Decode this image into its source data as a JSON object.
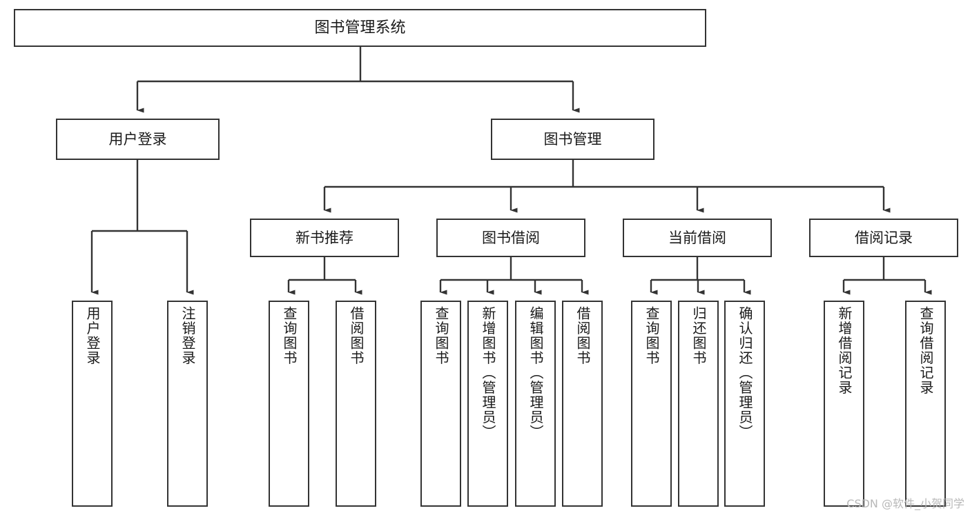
{
  "diagram": {
    "title": "图书管理系统",
    "type": "tree-hierarchy",
    "colors": {
      "box_border": "#333333",
      "box_fill": "#ffffff",
      "edge": "#333333",
      "text": "#1a1a1a",
      "watermark": "#b8b8b8",
      "background": "#ffffff"
    },
    "nodes": {
      "root": {
        "label": "图书管理系统"
      },
      "level2": [
        {
          "id": "user-login",
          "label": "用户登录"
        },
        {
          "id": "book-manage",
          "label": "图书管理"
        }
      ],
      "level3": [
        {
          "id": "new-book-recommend",
          "label": "新书推荐"
        },
        {
          "id": "book-borrow",
          "label": "图书借阅"
        },
        {
          "id": "current-borrow",
          "label": "当前借阅"
        },
        {
          "id": "borrow-record",
          "label": "借阅记录"
        }
      ],
      "leaves": {
        "user-login": [
          {
            "id": "leaf-user-login",
            "label": "用户登录"
          },
          {
            "id": "leaf-user-logout",
            "label": "注销登录"
          }
        ],
        "new-book-recommend": [
          {
            "id": "leaf-query-book-1",
            "label": "查询图书"
          },
          {
            "id": "leaf-borrow-book-1",
            "label": "借阅图书"
          }
        ],
        "book-borrow": [
          {
            "id": "leaf-query-book-2",
            "label": "查询图书"
          },
          {
            "id": "leaf-add-book",
            "label": "新增图书（管理员）"
          },
          {
            "id": "leaf-edit-book",
            "label": "编辑图书（管理员）"
          },
          {
            "id": "leaf-borrow-book-2",
            "label": "借阅图书"
          }
        ],
        "current-borrow": [
          {
            "id": "leaf-query-book-3",
            "label": "查询图书"
          },
          {
            "id": "leaf-return-book",
            "label": "归还图书"
          },
          {
            "id": "leaf-confirm-return",
            "label": "确认归还（管理员）"
          }
        ],
        "borrow-record": [
          {
            "id": "leaf-add-record",
            "label": "新增借阅记录"
          },
          {
            "id": "leaf-query-record",
            "label": "查询借阅记录"
          }
        ]
      }
    },
    "watermark": "CSDN @软件_小贺同学"
  }
}
